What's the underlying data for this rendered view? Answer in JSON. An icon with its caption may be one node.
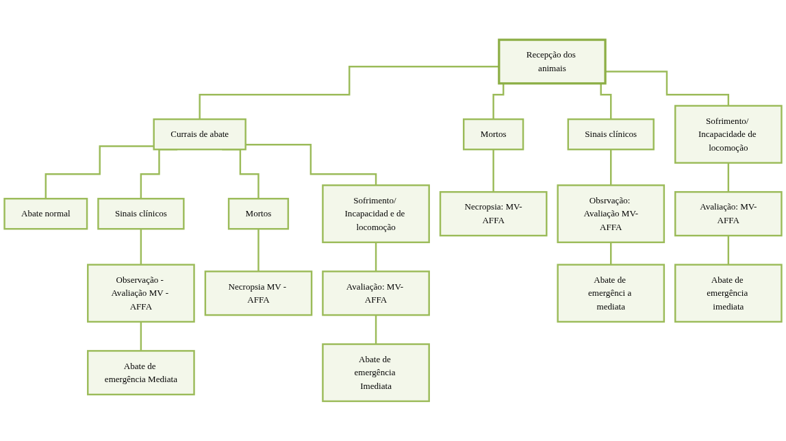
{
  "diagram": {
    "nodes": [
      {
        "text": [
          "Recepção dos animais"
        ]
      },
      {
        "text": [
          "Currais de abate"
        ]
      },
      {
        "text": [
          "Abate normal"
        ]
      },
      {
        "text": [
          "Sinais clínicos"
        ]
      },
      {
        "text": [
          "Observação - Avaliação MV - AFFA"
        ]
      },
      {
        "text": [
          "Abate de emergência Mediata"
        ]
      },
      {
        "text": [
          "Mortos"
        ]
      },
      {
        "text": [
          "Necropsia MV - AFFA"
        ]
      },
      {
        "text": [
          "Sofrimento/ Incapacidad e de locomoção"
        ]
      },
      {
        "text": [
          "Avaliação: MV- AFFA"
        ]
      },
      {
        "text": [
          "Abate de emergência Imediata"
        ]
      },
      {
        "text": [
          "Mortos"
        ]
      },
      {
        "text": [
          "Necropsia: MV-AFFA"
        ]
      },
      {
        "text": [
          "Sinais clínicos"
        ]
      },
      {
        "text": [
          "Obsrvação: Avaliação MV-AFFA"
        ]
      },
      {
        "text": [
          "Abate de emergênci a mediata"
        ]
      },
      {
        "text": [
          "Sofrimento/ Incapacidade de locomoção"
        ]
      },
      {
        "text": [
          "Avaliação: MV-AFFA"
        ]
      },
      {
        "text": [
          "Abate de emergência imediata"
        ]
      }
    ],
    "edges": [
      {
        "from": 0,
        "to": 1,
        "arrow": "none"
      },
      {
        "from": 0,
        "to": 11,
        "arrow": "none"
      },
      {
        "from": 0,
        "to": 13,
        "arrow": "none"
      },
      {
        "from": 0,
        "to": 16,
        "arrow": "none"
      },
      {
        "from": 1,
        "to": 2,
        "arrow": "none"
      },
      {
        "from": 1,
        "to": 3,
        "arrow": "none"
      },
      {
        "from": 1,
        "to": 6,
        "arrow": "none"
      },
      {
        "from": 1,
        "to": 8,
        "arrow": "none"
      },
      {
        "from": 3,
        "to": 4,
        "arrow": "none"
      },
      {
        "from": 4,
        "to": 5,
        "arrow": "none"
      },
      {
        "from": 6,
        "to": 7,
        "arrow": "none"
      },
      {
        "from": 8,
        "to": 9,
        "arrow": "none"
      },
      {
        "from": 9,
        "to": 10,
        "arrow": "none"
      },
      {
        "from": 11,
        "to": 12,
        "arrow": "none"
      },
      {
        "from": 13,
        "to": 14,
        "arrow": "none"
      },
      {
        "from": 14,
        "to": 15,
        "arrow": "none"
      },
      {
        "from": 16,
        "to": 17,
        "arrow": "none"
      },
      {
        "from": 17,
        "to": 18,
        "arrow": "none"
      }
    ]
  }
}
